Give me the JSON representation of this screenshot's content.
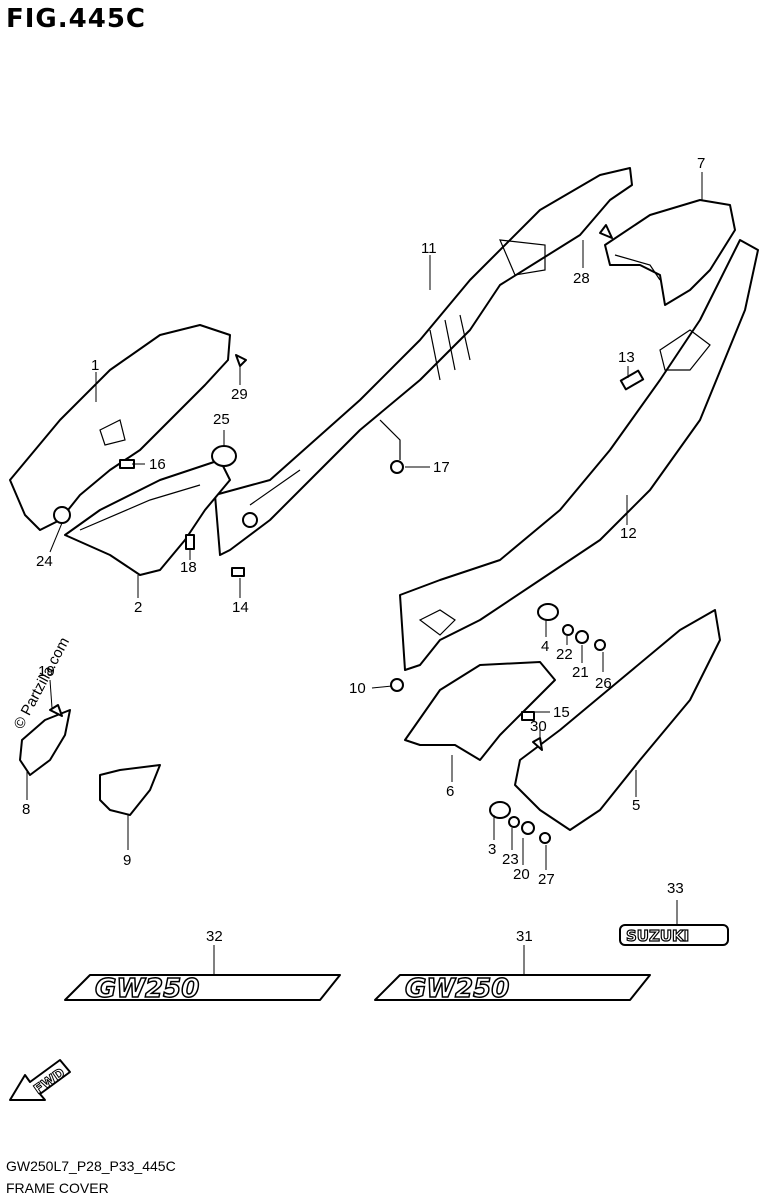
{
  "figure": {
    "title": "FIG.445C",
    "diagram_code": "GW250L7_P28_P33_445C",
    "section_name": "FRAME COVER",
    "watermark": "© Partzilla.com"
  },
  "decals": {
    "model": "GW250",
    "brand": "SUZUKI",
    "direction": "FWD"
  },
  "callouts": [
    {
      "id": "c1",
      "label": "1"
    },
    {
      "id": "c2",
      "label": "2"
    },
    {
      "id": "c3",
      "label": "3"
    },
    {
      "id": "c4",
      "label": "4"
    },
    {
      "id": "c5",
      "label": "5"
    },
    {
      "id": "c6",
      "label": "6"
    },
    {
      "id": "c7",
      "label": "7"
    },
    {
      "id": "c8",
      "label": "8"
    },
    {
      "id": "c9",
      "label": "9"
    },
    {
      "id": "c10",
      "label": "10"
    },
    {
      "id": "c11",
      "label": "11"
    },
    {
      "id": "c12",
      "label": "12"
    },
    {
      "id": "c13",
      "label": "13"
    },
    {
      "id": "c14",
      "label": "14"
    },
    {
      "id": "c15",
      "label": "15"
    },
    {
      "id": "c16",
      "label": "16"
    },
    {
      "id": "c17",
      "label": "17"
    },
    {
      "id": "c18",
      "label": "18"
    },
    {
      "id": "c19",
      "label": "19"
    },
    {
      "id": "c20",
      "label": "20"
    },
    {
      "id": "c21",
      "label": "21"
    },
    {
      "id": "c22",
      "label": "22"
    },
    {
      "id": "c23",
      "label": "23"
    },
    {
      "id": "c24",
      "label": "24"
    },
    {
      "id": "c25",
      "label": "25"
    },
    {
      "id": "c26",
      "label": "26"
    },
    {
      "id": "c27",
      "label": "27"
    },
    {
      "id": "c28",
      "label": "28"
    },
    {
      "id": "c29",
      "label": "29"
    },
    {
      "id": "c30",
      "label": "30"
    },
    {
      "id": "c31",
      "label": "31"
    },
    {
      "id": "c32",
      "label": "32"
    },
    {
      "id": "c33",
      "label": "33"
    }
  ]
}
